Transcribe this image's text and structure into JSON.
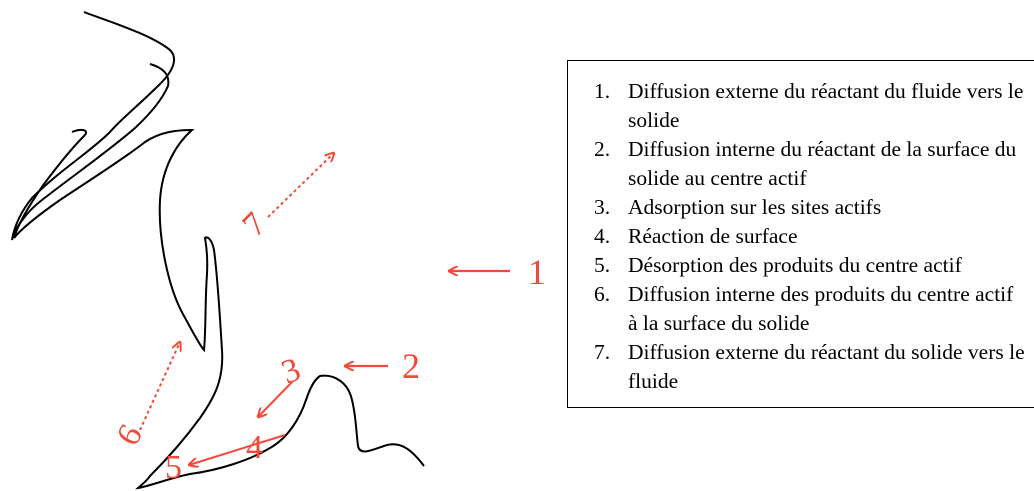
{
  "colors": {
    "annotation": "#f04a3a",
    "outline": "#000000"
  },
  "diagram": {
    "labels": {
      "step1": "1",
      "step2": "2",
      "step3": "3",
      "step4": "4",
      "step5": "5",
      "step6": "6",
      "step7": "7"
    }
  },
  "legend": {
    "items": [
      {
        "n": "1.",
        "text": "Diffusion externe du réactant du fluide vers le solide"
      },
      {
        "n": "2.",
        "text": "Diffusion interne du réactant de la surface du solide au centre actif"
      },
      {
        "n": "3.",
        "text": "Adsorption sur les sites actifs"
      },
      {
        "n": "4.",
        "text": "Réaction de surface"
      },
      {
        "n": "5.",
        "text": "Désorption des produits du centre actif"
      },
      {
        "n": "6.",
        "text": "Diffusion interne des produits du centre actif à la surface du solide"
      },
      {
        "n": "7.",
        "text": "Diffusion externe du réactant du solide vers le fluide"
      }
    ]
  }
}
